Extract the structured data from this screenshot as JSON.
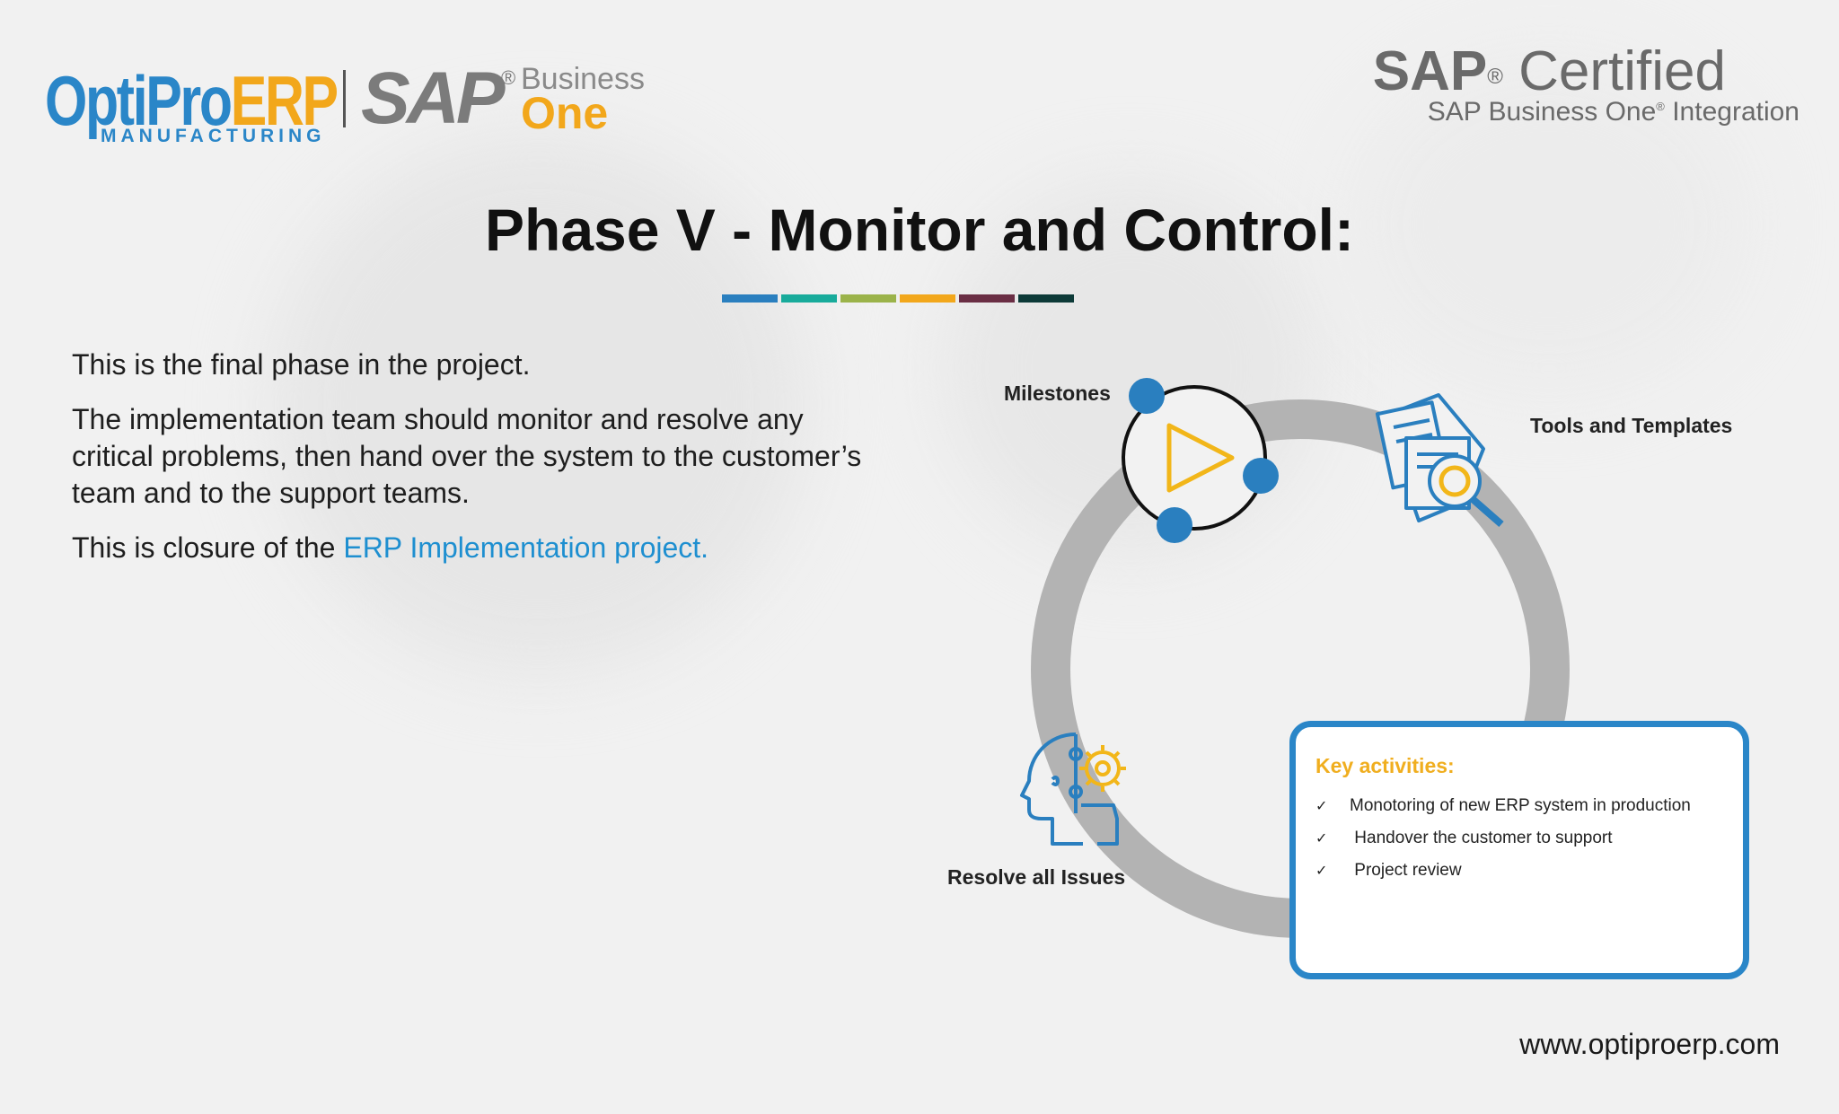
{
  "header": {
    "logo_opti": "OptiPro",
    "logo_erp": "ERP",
    "logo_sub": "MANUFACTURING",
    "sap_text": "SAP",
    "sap_reg": "®",
    "sap_business": "Business",
    "sap_one": "One",
    "cert_sap": "SAP",
    "cert_reg": "®",
    "cert_certified": "Certified",
    "cert_line": "SAP Business One",
    "cert_line_reg": "®",
    "cert_line_end": " Integration"
  },
  "title": "Phase V - Monitor and Control:",
  "colorbar": [
    "#2a7fbf",
    "#18ab9b",
    "#9bb34a",
    "#f2a71b",
    "#6a2e44",
    "#0d3a38"
  ],
  "body": {
    "p1": "This is the final phase in the project.",
    "p2": "The implementation team should monitor and resolve any critical problems, then hand over the system to the customer’s team and to the support teams.",
    "p3_prefix": "This is closure of the ",
    "p3_link": "ERP Implementation project."
  },
  "diagram": {
    "label_milestones": "Milestones",
    "label_tools": "Tools and Templates",
    "label_issues": "Resolve all Issues",
    "icons": [
      "milestones-icon",
      "documents-search-icon",
      "head-gear-icon"
    ]
  },
  "key_activities": {
    "title": "Key activities:",
    "check": "✓",
    "items": [
      "Monotoring of new ERP system in production",
      " Handover the customer to support",
      " Project review"
    ]
  },
  "footer": {
    "url": "www.optiproerp.com"
  },
  "colors": {
    "blue": "#2a86c8",
    "orange": "#f2a71b",
    "ring": "#b3b3b3"
  }
}
